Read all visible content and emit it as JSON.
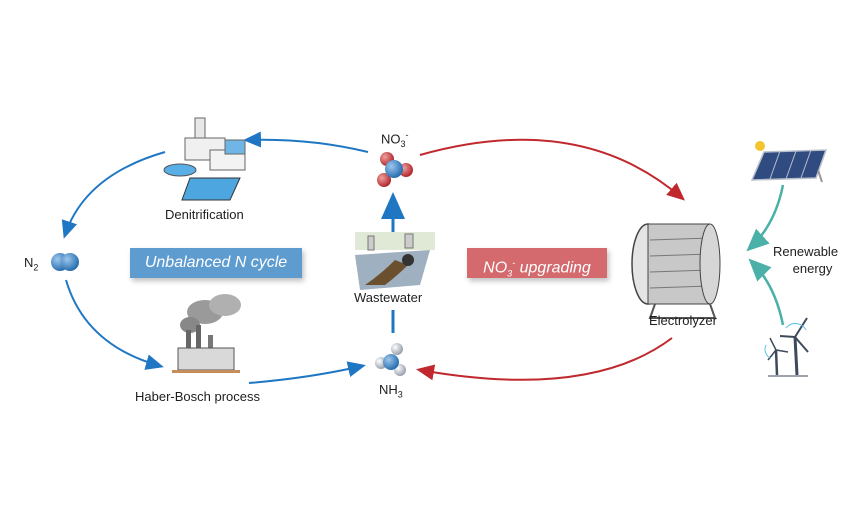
{
  "diagram": {
    "left_cycle_label": "Unbalanced N cycle",
    "right_process_label_main": "NO",
    "right_process_label_sub": "3",
    "right_process_label_sup": "-",
    "right_process_label_tail": " upgrading",
    "nodes": {
      "denitrification": "Denitrification",
      "haber_bosch": "Haber-Bosch process",
      "wastewater": "Wastewater",
      "electrolyzer": "Electrolyzer",
      "renewable_line1": "Renewable",
      "renewable_line2": "energy",
      "n2_main": "N",
      "n2_sub": "2",
      "no3_main": "NO",
      "no3_sub": "3",
      "no3_sup": "-",
      "nh3_main": "NH",
      "nh3_sub": "3"
    },
    "colors": {
      "blue_arrow": "#1f77c4",
      "red_arrow": "#c0282e",
      "teal_arrow": "#4ab0a8",
      "blue_box": "#5e9ccf",
      "red_box": "#d46a6e"
    }
  }
}
